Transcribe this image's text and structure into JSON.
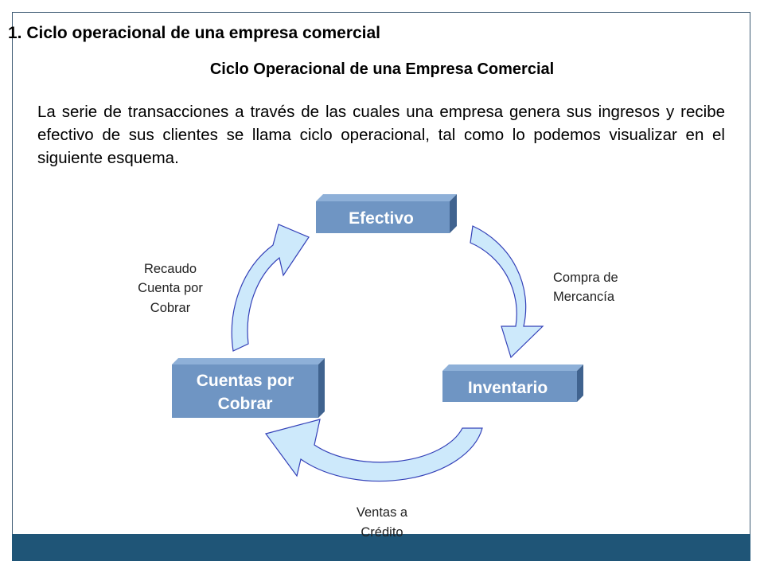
{
  "slide": {
    "heading": "1. Ciclo operacional de una empresa comercial",
    "subtitle": "Ciclo Operacional de una Empresa Comercial",
    "intro": "La serie de transacciones a través de las cuales una empresa genera sus ingresos y recibe efectivo de sus clientes se llama ciclo operacional, tal como lo podemos visualizar en el siguiente esquema."
  },
  "diagram": {
    "nodes": {
      "efectivo": {
        "label": "Efectivo"
      },
      "inventario": {
        "label": "Inventario"
      },
      "cuentas": {
        "line1": "Cuentas por",
        "line2": "Cobrar"
      }
    },
    "edges": {
      "compra": {
        "line1": "Compra de",
        "line2": "Mercancía"
      },
      "ventas": {
        "line1": "Ventas a",
        "line2": "Crédito"
      },
      "recaudo": {
        "line1": "Recaudo",
        "line2": "Cuenta por",
        "line3": "Cobrar"
      }
    }
  },
  "colors": {
    "box_front": "#6f95c3",
    "box_top": "#8eb0d8",
    "box_side": "#40638f",
    "arrow_fill": "#cde9fb",
    "arrow_stroke": "#3340b8",
    "footer": "#1f5577"
  }
}
